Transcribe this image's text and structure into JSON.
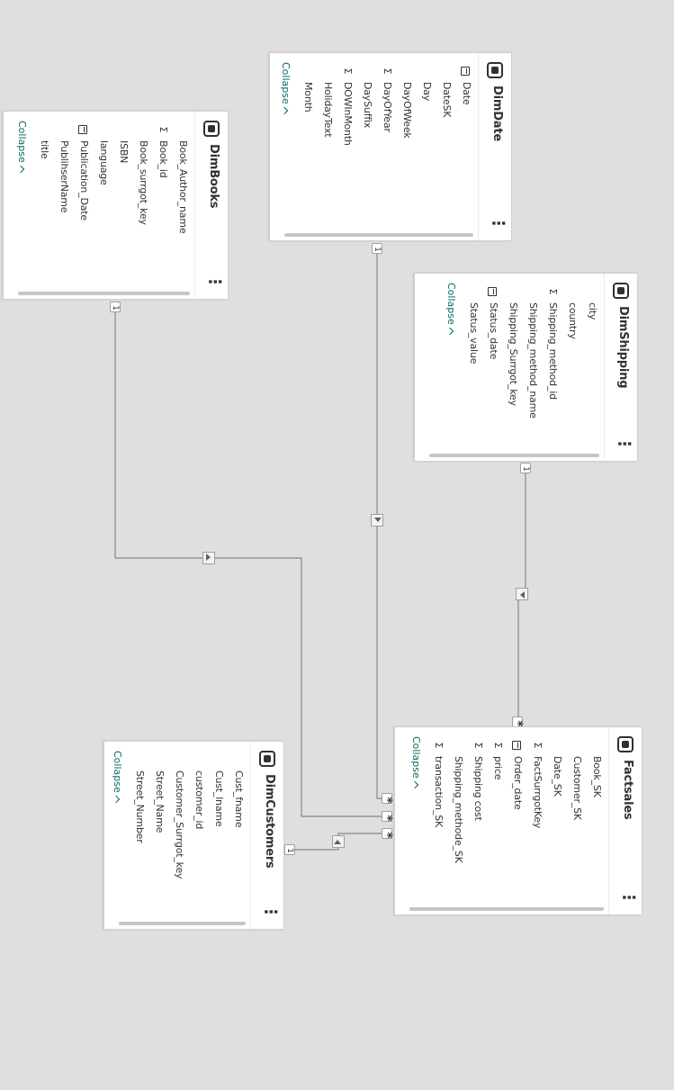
{
  "tables": [
    {
      "name": "DimDate",
      "collapse_label": "Collapse",
      "fields": [
        {
          "label": "Date",
          "icon": "calendar-icon"
        },
        {
          "label": "DateSK",
          "icon": ""
        },
        {
          "label": "Day",
          "icon": ""
        },
        {
          "label": "DayOfWeek",
          "icon": ""
        },
        {
          "label": "DayOfYear",
          "icon": "sigma-icon"
        },
        {
          "label": "DaySuffix",
          "icon": ""
        },
        {
          "label": "DOWInMonth",
          "icon": "sigma-icon"
        },
        {
          "label": "HolidayText",
          "icon": ""
        },
        {
          "label": "Month",
          "icon": ""
        }
      ]
    },
    {
      "name": "DimBooks",
      "collapse_label": "Collapse",
      "fields": [
        {
          "label": "Book_Author_name",
          "icon": ""
        },
        {
          "label": "Book_id",
          "icon": "sigma-icon"
        },
        {
          "label": "Book_surrgot_key",
          "icon": ""
        },
        {
          "label": "ISBN",
          "icon": ""
        },
        {
          "label": "language",
          "icon": ""
        },
        {
          "label": "Publication_Date",
          "icon": "calendar-icon"
        },
        {
          "label": "PublihserName",
          "icon": ""
        },
        {
          "label": "title",
          "icon": ""
        }
      ]
    },
    {
      "name": "DimShipping",
      "collapse_label": "Collapse",
      "fields": [
        {
          "label": "city",
          "icon": ""
        },
        {
          "label": "country",
          "icon": ""
        },
        {
          "label": "Shipping_method_id",
          "icon": "sigma-icon"
        },
        {
          "label": "Shipping_method_name",
          "icon": ""
        },
        {
          "label": "Shipping_Surrgot_key",
          "icon": ""
        },
        {
          "label": "Status_date",
          "icon": "calendar-icon"
        },
        {
          "label": "Status_value",
          "icon": ""
        }
      ]
    },
    {
      "name": "DimCustomers",
      "collapse_label": "Collapse",
      "fields": [
        {
          "label": "Cust_fname",
          "icon": ""
        },
        {
          "label": "Cust_lname",
          "icon": ""
        },
        {
          "label": "customer_id",
          "icon": ""
        },
        {
          "label": "Customer_Surrgot_key",
          "icon": ""
        },
        {
          "label": "Street_Name",
          "icon": ""
        },
        {
          "label": "Street_Number",
          "icon": ""
        }
      ]
    },
    {
      "name": "Factsales",
      "collapse_label": "Collapse",
      "fields": [
        {
          "label": "Book_SK",
          "icon": ""
        },
        {
          "label": "Customer_SK",
          "icon": ""
        },
        {
          "label": "Date_SK",
          "icon": ""
        },
        {
          "label": "FactSurrgotKey",
          "icon": "sigma-icon"
        },
        {
          "label": "Order_date",
          "icon": "calendar-icon"
        },
        {
          "label": "price",
          "icon": "sigma-icon"
        },
        {
          "label": "Shipping cost",
          "icon": "sigma-icon"
        },
        {
          "label": "Shipping_methode_SK",
          "icon": ""
        },
        {
          "label": "transaction_SK",
          "icon": "sigma-icon"
        }
      ]
    }
  ],
  "cardinality": {
    "one": "1",
    "many": "*"
  },
  "menu_glyph": "⋮",
  "sigma_glyph": "Σ"
}
